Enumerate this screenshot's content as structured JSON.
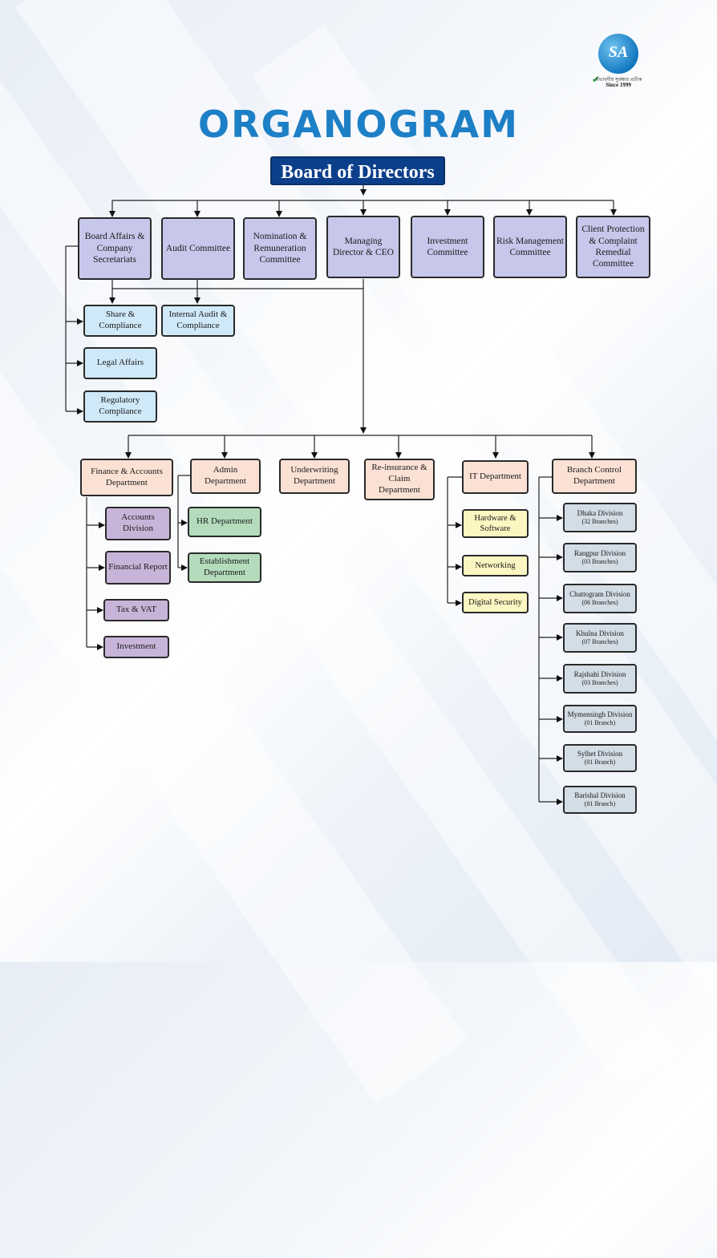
{
  "logo": {
    "text": "SA",
    "tagline": "অভাবনীয় সুরক্ষার প্রতীক",
    "since": "Since 1999"
  },
  "title": "ORGANOGRAM",
  "board": "Board of Directors",
  "committees": [
    "Board Affairs & Company Secretariats",
    "Audit Committee",
    "Nomination & Remuneration Committee",
    "Managing Director & CEO",
    "Investment Committee",
    "Risk Management Committee",
    "Client Protection & Complaint Remedial Committee"
  ],
  "board_affairs_children": [
    "Share & Compliance",
    "Legal Affairs",
    "Regulatory Compliance"
  ],
  "audit_children": [
    "Internal Audit & Compliance"
  ],
  "departments": [
    "Finance & Accounts Department",
    "Admin Department",
    "Underwriting Department",
    "Re-insurance & Claim Department",
    "IT Department",
    "Branch Control Department"
  ],
  "finance_children": [
    "Accounts Division",
    "Financial Report",
    "Tax & VAT",
    "Investment"
  ],
  "admin_children": [
    "HR Department",
    "Establishment Department"
  ],
  "it_children": [
    "Hardware & Software",
    "Networking",
    "Digital Security"
  ],
  "branch_divisions": [
    {
      "name": "Dhaka Division",
      "count": "(32 Branches)"
    },
    {
      "name": "Rangpur Division",
      "count": "(03 Branches)"
    },
    {
      "name": "Chattogram Division",
      "count": "(06 Branches)"
    },
    {
      "name": "Khulna Division",
      "count": "(07 Branches)"
    },
    {
      "name": "Rajshahi Division",
      "count": "(03 Branches)"
    },
    {
      "name": "Mymensingh Division",
      "count": "(01 Branch)"
    },
    {
      "name": "Sylhet Division",
      "count": "(01 Branch)"
    },
    {
      "name": "Barishal Division",
      "count": "(01 Branch)"
    }
  ],
  "colors": {
    "title": "#1d7fc6",
    "board": "#0c3f8a",
    "committee": "#c6c7ea",
    "support": "#cfe9f8",
    "department": "#fbe1d4",
    "finance_child": "#c8b4d8",
    "admin_child": "#b4dcbc",
    "it_child": "#fcf7c2",
    "branch": "#d3dde6"
  }
}
